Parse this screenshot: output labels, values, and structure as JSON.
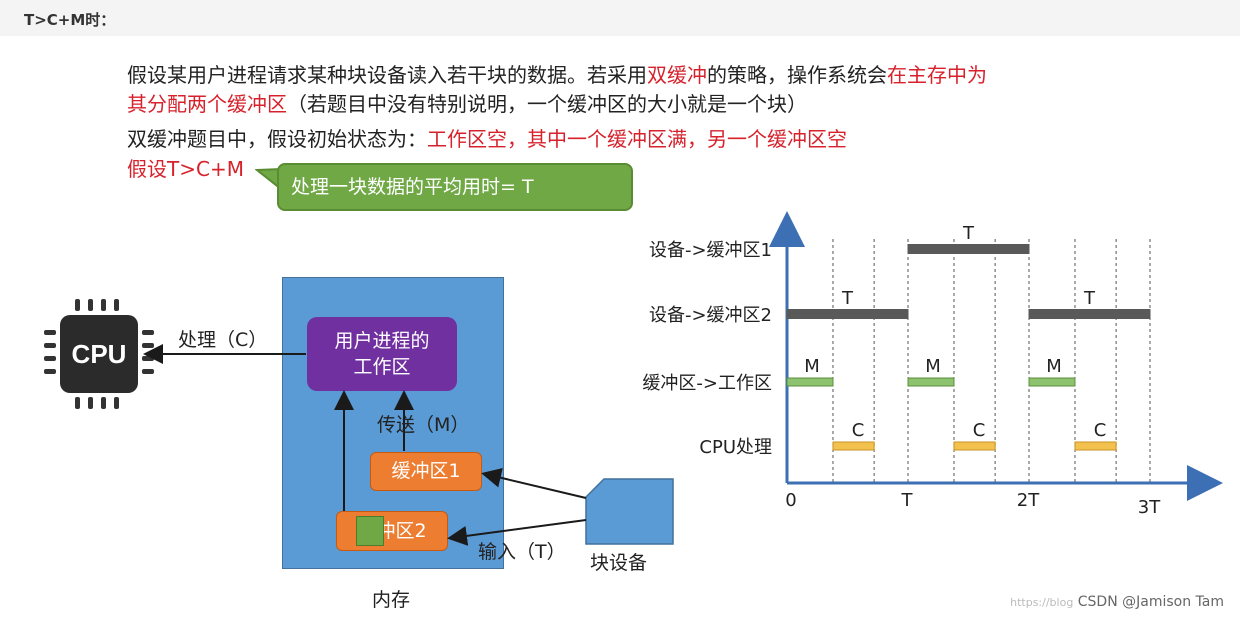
{
  "header": {
    "title": "T>C+M时："
  },
  "text": {
    "line1_a": "假设某用户进程请求某种块设备读入若干块的数据。若采用",
    "line1_b": "双缓冲",
    "line1_c": "的策略，操作系统会",
    "line1_d": "在主存中为",
    "line2_a": "其分配两个缓冲区",
    "line2_b": "（若题目中没有特别说明，一个缓冲区的大小就是一个块）",
    "line3_a": "双缓冲题目中，假设初始状态为：",
    "line3_b": "工作区空，其中一个缓冲区满，另一个缓冲区空",
    "line4": "假设T>C+M",
    "tooltip": "处理一块数据的平均用时= T"
  },
  "diagram": {
    "cpu_label": "CPU",
    "process_label": "处理（C）",
    "workarea_line1": "用户进程的",
    "workarea_line2": "工作区",
    "transfer_label": "传送（M）",
    "buffer1": "缓冲区1",
    "buffer2": "缓冲区2",
    "input_label": "输入（T）",
    "device_label": "块设备",
    "memory_label": "内存"
  },
  "chart_data": {
    "type": "gantt",
    "rows": [
      "设备->缓冲区1",
      "设备->缓冲区2",
      "缓冲区->工作区",
      "CPU处理"
    ],
    "x_ticks": [
      "0",
      "T",
      "2T",
      "3T"
    ],
    "bars": [
      {
        "row": "设备->缓冲区2",
        "label": "T",
        "start": 0,
        "end": 1
      },
      {
        "row": "设备->缓冲区1",
        "label": "T",
        "start": 1,
        "end": 2
      },
      {
        "row": "设备->缓冲区2",
        "label": "T",
        "start": 2,
        "end": 3
      },
      {
        "row": "缓冲区->工作区",
        "label": "M",
        "start": 0,
        "end": 0.38
      },
      {
        "row": "缓冲区->工作区",
        "label": "M",
        "start": 1,
        "end": 1.38
      },
      {
        "row": "缓冲区->工作区",
        "label": "M",
        "start": 2,
        "end": 2.38
      },
      {
        "row": "CPU处理",
        "label": "C",
        "start": 0.38,
        "end": 0.72
      },
      {
        "row": "CPU处理",
        "label": "C",
        "start": 1.38,
        "end": 1.72
      },
      {
        "row": "CPU处理",
        "label": "C",
        "start": 2.38,
        "end": 2.72
      }
    ],
    "colors": {
      "T": "#595959",
      "M": "#8dc26f",
      "C": "#f2c14e"
    }
  },
  "watermark": {
    "faint": "https://blog",
    "text": "CSDN @Jamison Tam"
  }
}
